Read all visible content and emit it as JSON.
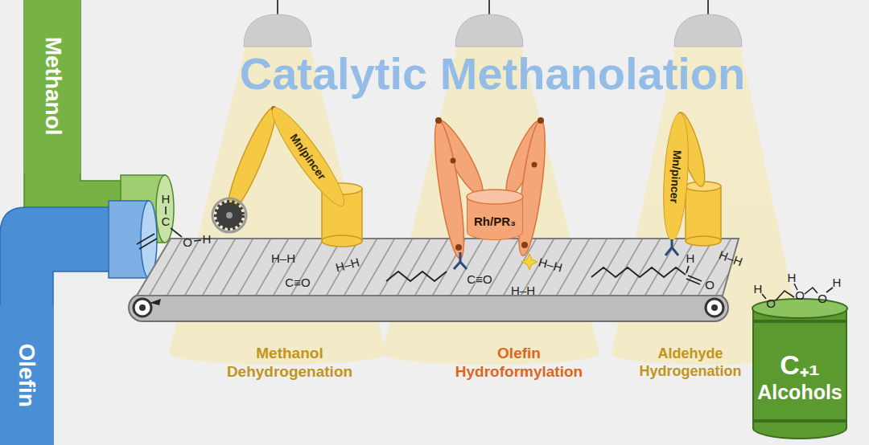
{
  "diagram": {
    "title": "Catalytic Methanolation",
    "nodes": [
      {
        "text": [
          "Methanol"
        ]
      },
      {
        "text": [
          "Olefin"
        ]
      },
      {
        "text": [
          "Mn/pincer"
        ]
      },
      {
        "text": [
          "Rh/PR₃"
        ]
      },
      {
        "text": [
          "Mn/pincer"
        ]
      },
      {
        "text": [
          "C₊₁",
          "Alcohols"
        ]
      }
    ],
    "labels": [
      "Methanol Dehydrogenation",
      "Olefin Hydroformylation",
      "Aldehyde Hydrogenation",
      "H",
      "C",
      "O",
      "H",
      "H–H",
      "H–H",
      "C≡O",
      "C≡O",
      "H–H",
      "H–H",
      "H",
      "O",
      "H–H",
      "H",
      "O",
      "H",
      "O",
      "O",
      "H"
    ]
  }
}
